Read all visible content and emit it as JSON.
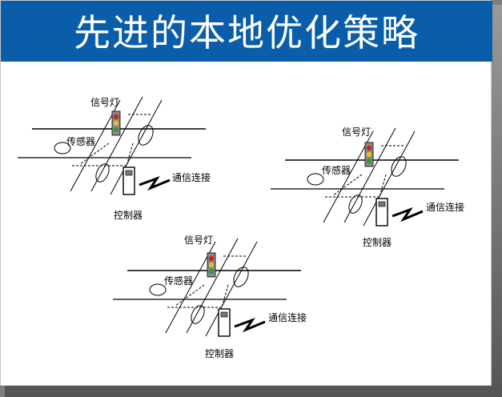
{
  "title": "先进的本地优化策略",
  "labels": {
    "signal": "信号灯",
    "sensor": "传感器",
    "controller": "控制器",
    "comm": "通信连接"
  },
  "colors": {
    "header": "#0a5ea9",
    "red": "#d32020",
    "yellow": "#e3c21a",
    "green": "#2f9a3a"
  }
}
